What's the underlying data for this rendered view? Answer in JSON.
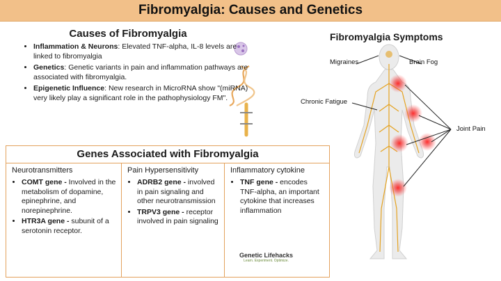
{
  "title": "Fibromyalgia: Causes and Genetics",
  "causes": {
    "heading": "Causes of Fibromyalgia",
    "items": [
      {
        "bold": "Inflammation & Neurons",
        "text": ": Elevated TNF-alpha, IL-8 levels are linked to fibromyalgia"
      },
      {
        "bold": "Genetics",
        "text": ": Genetic variants in pain and inflammation pathways are associated with fibromyalgia."
      },
      {
        "bold": "Epigenetic Influence",
        "text": ": New research in MicroRNA show \"(miRNA) very likely play a significant role in the pathophysiology FM\"."
      }
    ]
  },
  "genes": {
    "heading": "Genes Associated with Fibromyalgia",
    "columns": [
      {
        "title": "Neurotransmitters",
        "items": [
          {
            "bold": "COMT gene -",
            "text": " Involved in the metabolism of dopamine, epinephrine, and norepinephrine."
          },
          {
            "bold": "HTR3A gene -",
            "text": " subunit of a serotonin receptor."
          }
        ]
      },
      {
        "title": "Pain Hypersensitivity",
        "items": [
          {
            "bold": "ADRB2 gene -",
            "text": "  involved in pain signaling and other neurotransmission"
          },
          {
            "bold": "TRPV3 gene -",
            "text": " receptor involved in pain signaling"
          }
        ]
      },
      {
        "title": "Inflammatory cytokine",
        "items": [
          {
            "bold": "TNF gene -",
            "text": " encodes TNF-alpha, an important cytokine that increases inflammation"
          }
        ]
      }
    ]
  },
  "logo": {
    "name": "Genetic Lifehacks",
    "tagline": "Learn. Experiment. Optimize."
  },
  "symptoms": {
    "heading": "Fibromyalgia Symptoms",
    "labels": {
      "migraines": "Migraines",
      "brain_fog": "Brain Fog",
      "chronic_fatigue": "Chronic Fatigue",
      "joint_pain": "Joint Pain"
    }
  },
  "colors": {
    "banner": "#f2c089",
    "border": "#e3a15c",
    "pain": "#e8222d",
    "nerve": "#e5a21f",
    "body": "#e8e8e8"
  }
}
